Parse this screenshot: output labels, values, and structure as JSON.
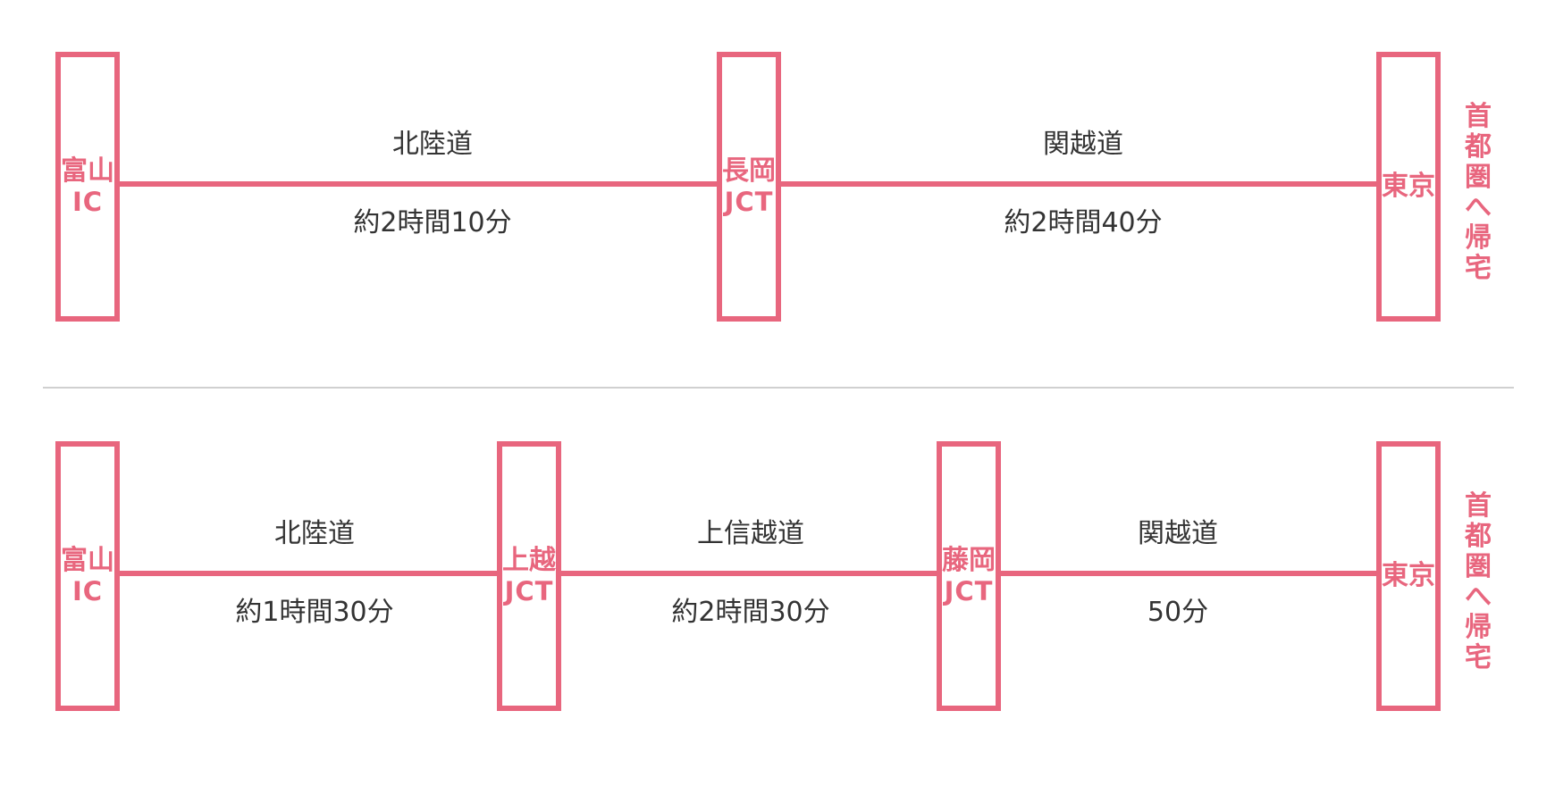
{
  "colors": {
    "accent": "#e8667e",
    "text": "#333333",
    "divider": "#d0d0d0"
  },
  "routes": [
    {
      "nodes": [
        {
          "label": "富山",
          "latin": "IC"
        },
        {
          "label": "長岡",
          "latin": "JCT"
        },
        {
          "label": "東京",
          "latin": ""
        }
      ],
      "segments": [
        {
          "road": "北陸道",
          "time": "約2時間10分"
        },
        {
          "road": "関越道",
          "time": "約2時間40分"
        }
      ],
      "destination": "首都圏へ帰宅"
    },
    {
      "nodes": [
        {
          "label": "富山",
          "latin": "IC"
        },
        {
          "label": "上越",
          "latin": "JCT"
        },
        {
          "label": "藤岡",
          "latin": "JCT"
        },
        {
          "label": "東京",
          "latin": ""
        }
      ],
      "segments": [
        {
          "road": "北陸道",
          "time": "約1時間30分"
        },
        {
          "road": "上信越道",
          "time": "約2時間30分"
        },
        {
          "road": "関越道",
          "time": "50分"
        }
      ],
      "destination": "首都圏へ帰宅"
    }
  ]
}
